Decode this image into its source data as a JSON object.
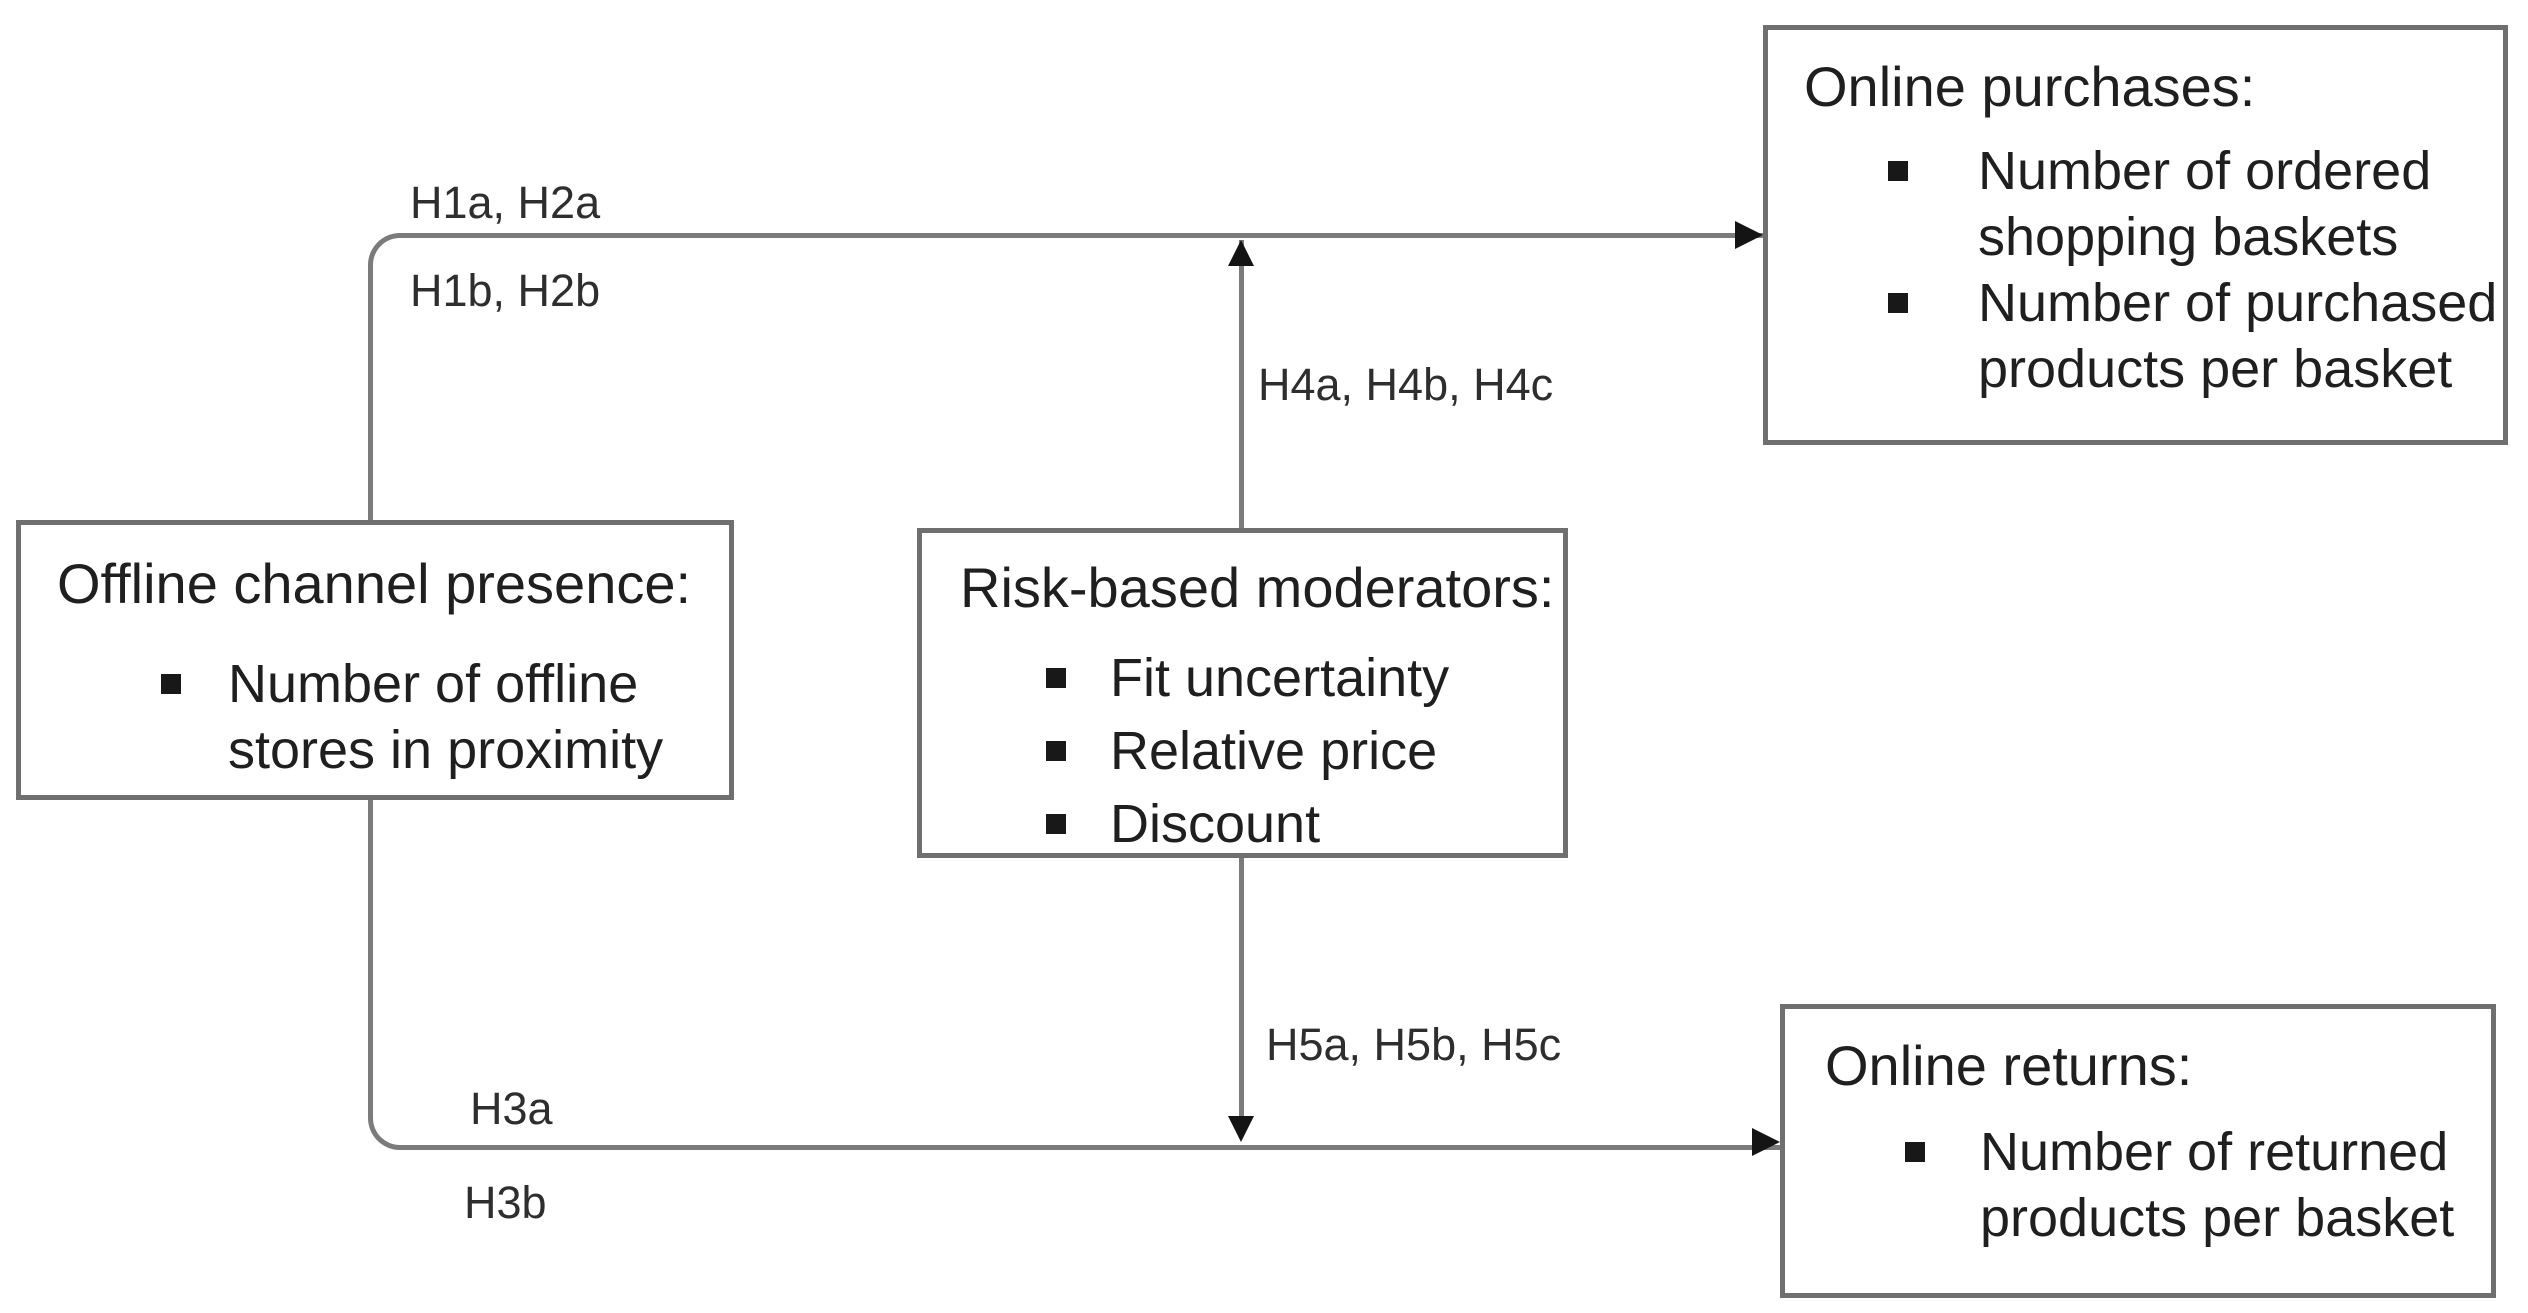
{
  "boxes": {
    "offline": {
      "title": "Offline channel presence:",
      "items": [
        "Number of offline stores in proximity"
      ]
    },
    "moderators": {
      "title": "Risk-based moderators:",
      "items": [
        "Fit uncertainty",
        "Relative price",
        "Discount"
      ]
    },
    "purchases": {
      "title": "Online purchases:",
      "items": [
        "Number of ordered shopping baskets",
        "Number of purchased products per basket"
      ]
    },
    "returns": {
      "title": "Online returns:",
      "items": [
        "Number of returned products per basket"
      ]
    }
  },
  "edge_labels": {
    "offline_to_purchases_above": "H1a, H2a",
    "offline_to_purchases_below": "H1b, H2b",
    "moderators_to_purchases_path": "H4a, H4b, H4c",
    "moderators_to_returns_path": "H5a, H5b, H5c",
    "offline_to_returns_above": "H3a",
    "offline_to_returns_below": "H3b"
  },
  "colors": {
    "background": "#ffffff",
    "line": "#7b7b7b",
    "box_border": "#6f6f6f",
    "text": "#1f1f1f",
    "arrowhead": "#141414"
  }
}
